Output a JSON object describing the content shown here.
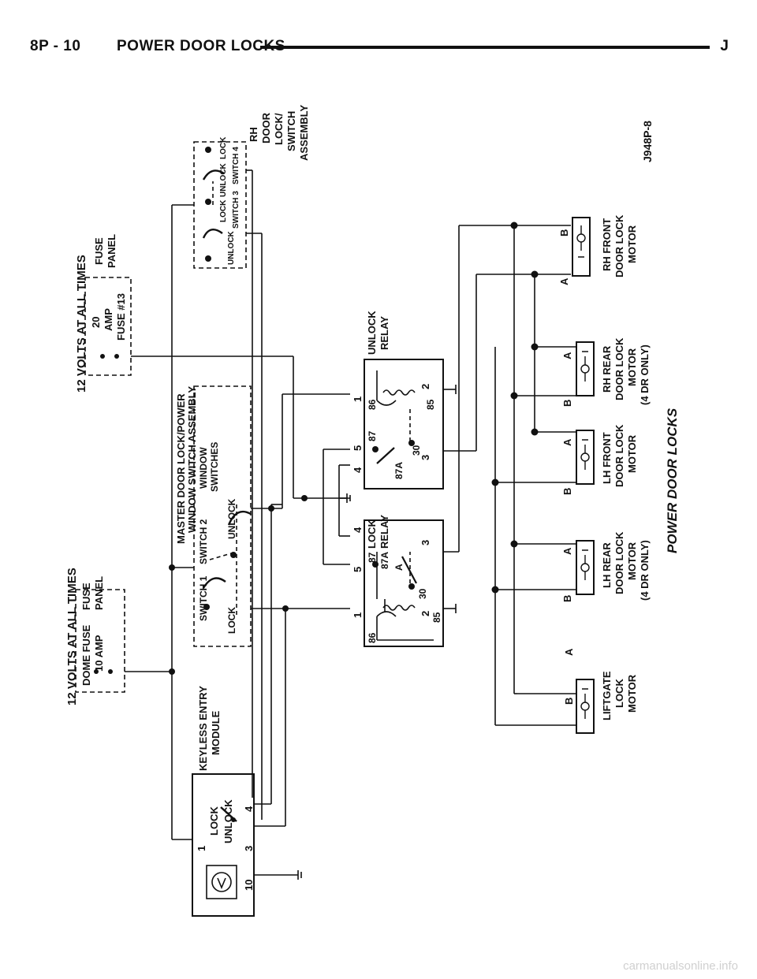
{
  "header": {
    "page": "8P - 10",
    "title": "POWER DOOR LOCKS",
    "letter": "J"
  },
  "diagram": {
    "ref_code": "J948P-8",
    "caption": "POWER DOOR LOCKS",
    "power_left": "12 VOLTS AT ALL TIMES",
    "power_right": "12 VOLTS AT ALL TIMES",
    "fuse_left": [
      "DOME FUSE",
      "10 AMP"
    ],
    "fuse_panel": [
      "FUSE",
      "PANEL"
    ],
    "fuse_right": [
      "20",
      "AMP",
      "FUSE #13"
    ],
    "keyless": {
      "title": [
        "KEYLESS ENTRY",
        "MODULE"
      ],
      "lock": "LOCK",
      "unlock": "UNLOCK",
      "pins": [
        "1",
        "3",
        "4",
        "10"
      ]
    },
    "master": {
      "title": [
        "MASTER DOOR LOCK/POWER",
        "WINDOW SWITCH ASSEMBLY"
      ],
      "switch1": "SWITCH 1",
      "switch2": "SWITCH 2",
      "window": [
        "WINDOW",
        "SWITCHES"
      ],
      "lock": "LOCK",
      "unlock": "UNLOCK"
    },
    "rh_assembly": {
      "title": [
        "RH",
        "DOOR",
        "LOCK/",
        "SWITCH",
        "ASSEMBLY"
      ],
      "labels": [
        "UNLOCK",
        "LOCK",
        "SWITCH 3",
        "UNLOCK",
        "LOCK",
        "SWITCH 4"
      ]
    },
    "lock_relay": {
      "title": [
        "LOCK",
        "RELAY"
      ],
      "pins": [
        "86",
        "85",
        "87",
        "87A",
        "30",
        "1",
        "2",
        "3",
        "4",
        "5"
      ]
    },
    "unlock_relay": {
      "title": [
        "UNLOCK",
        "RELAY"
      ],
      "pins": [
        "86",
        "85",
        "87",
        "87A",
        "30",
        "1",
        "2",
        "3",
        "4",
        "5"
      ]
    },
    "motors": [
      {
        "name": [
          "LIFTGATE",
          "LOCK",
          "MOTOR"
        ],
        "a": "A",
        "b": "B"
      },
      {
        "name": [
          "LH REAR",
          "DOOR LOCK",
          "MOTOR",
          "(4 DR ONLY)"
        ],
        "a": "A",
        "b": "B"
      },
      {
        "name": [
          "LH FRONT",
          "DOOR LOCK",
          "MOTOR"
        ],
        "a": "A",
        "b": "B"
      },
      {
        "name": [
          "RH REAR",
          "DOOR LOCK",
          "MOTOR",
          "(4 DR ONLY)"
        ],
        "a": "A",
        "b": "B"
      },
      {
        "name": [
          "RH FRONT",
          "DOOR LOCK",
          "MOTOR"
        ],
        "a": "A",
        "b": "B"
      }
    ]
  },
  "footer": {
    "watermark": "carmanualsonline.info"
  }
}
